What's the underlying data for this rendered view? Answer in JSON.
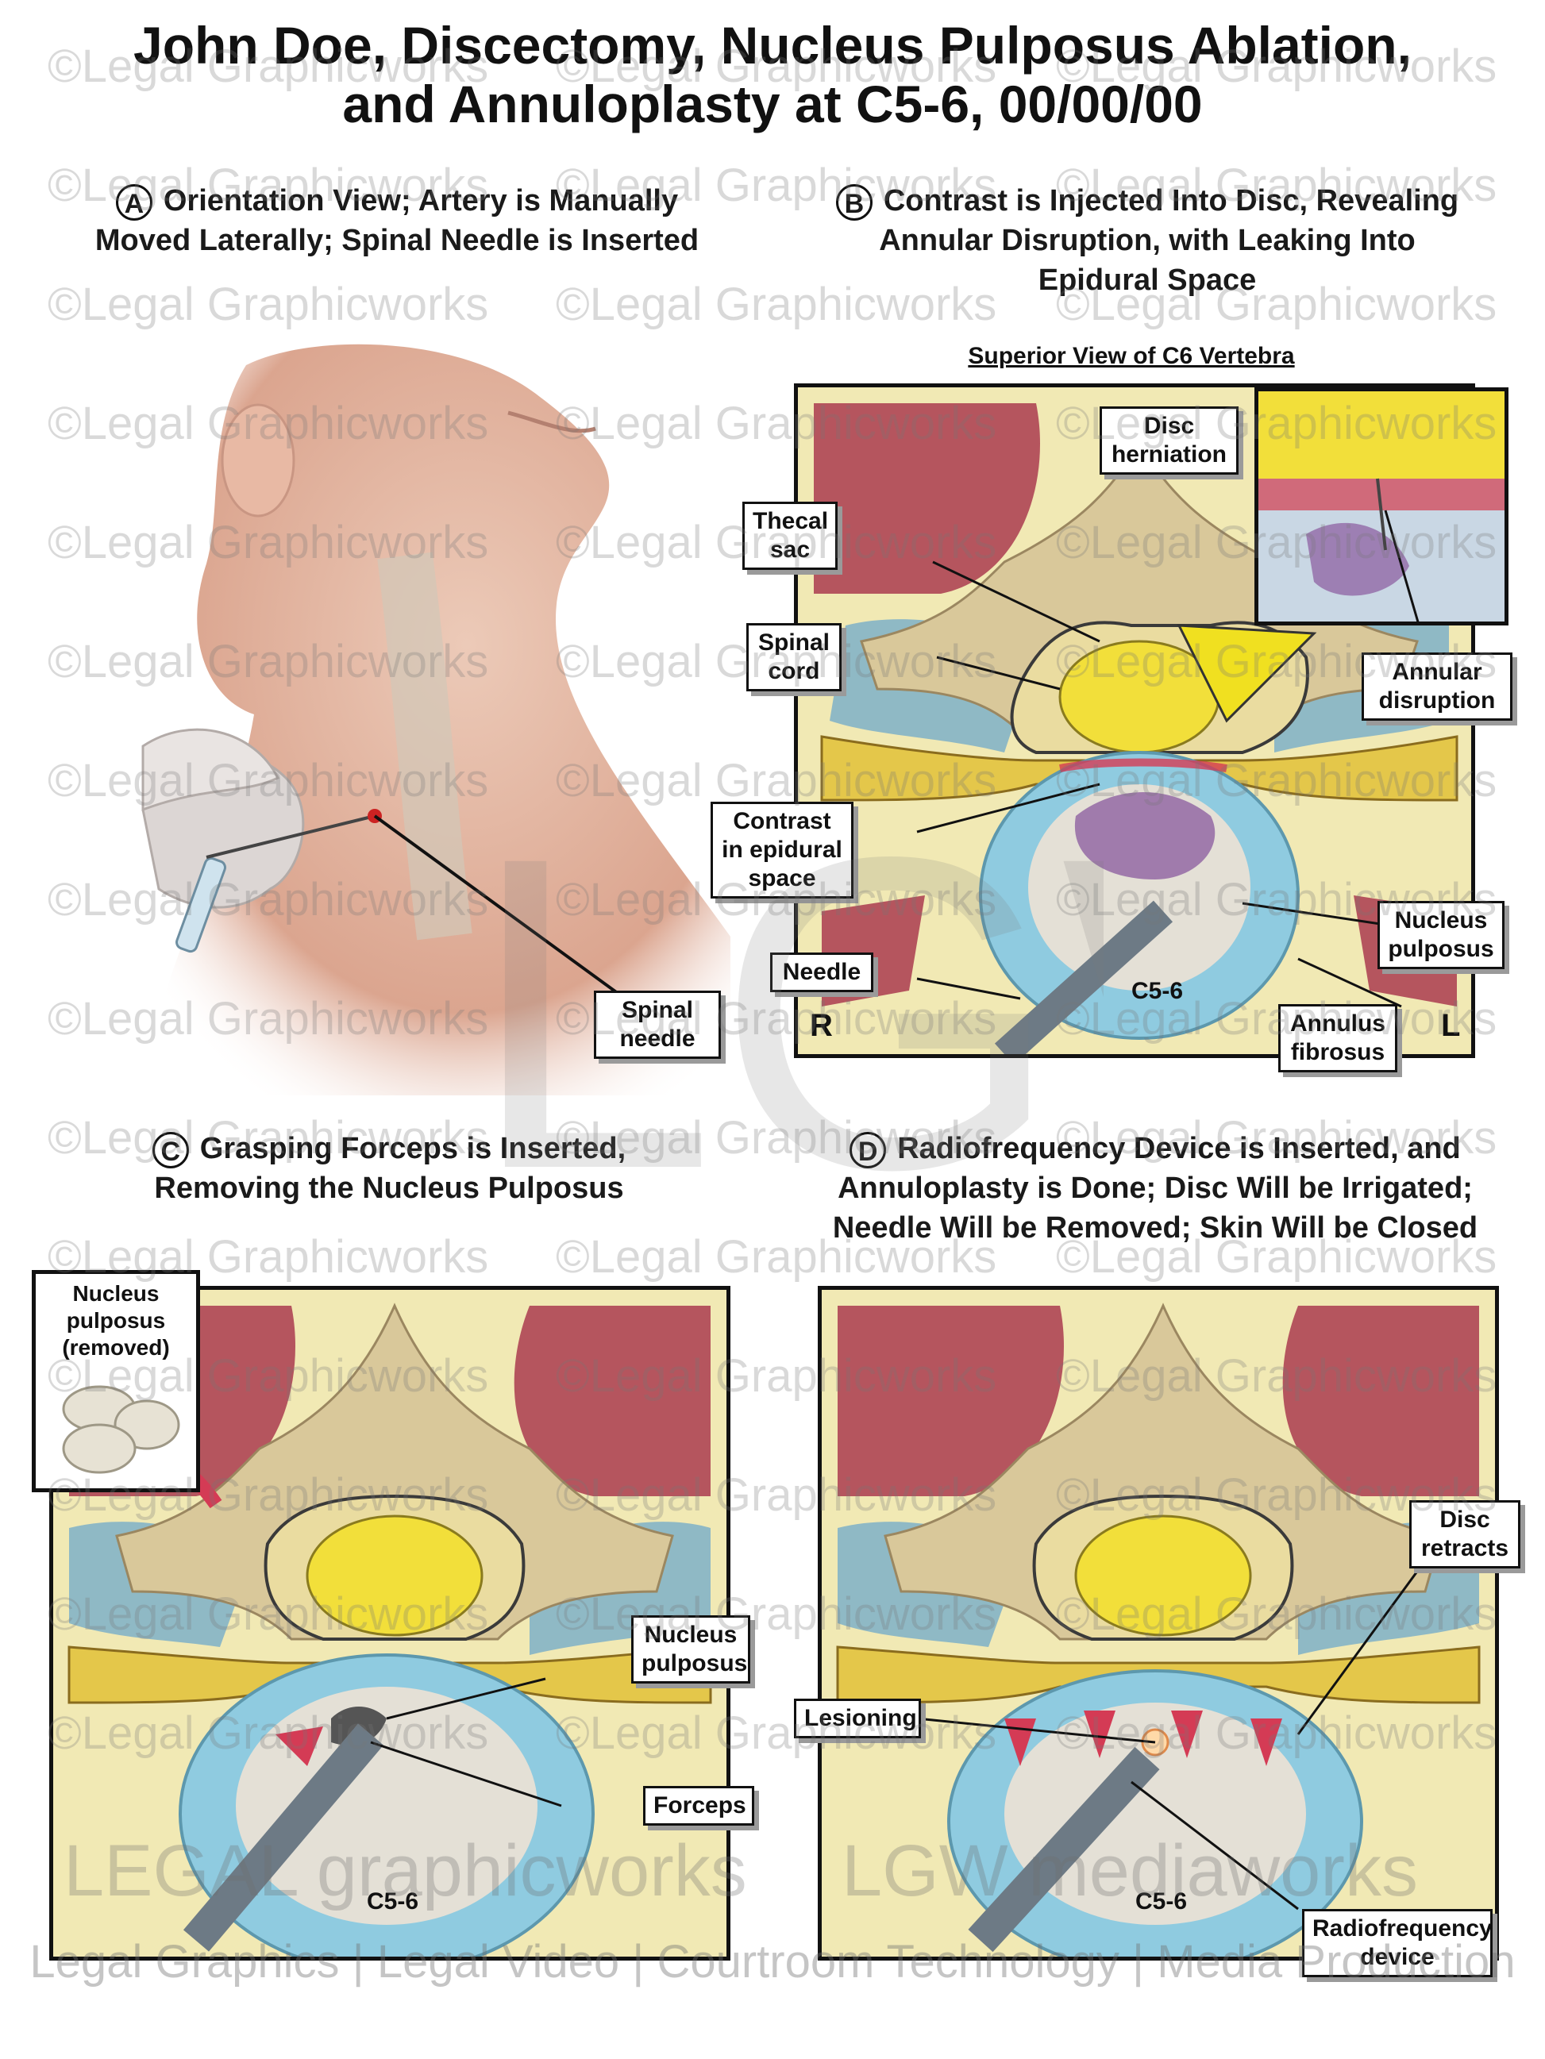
{
  "title": {
    "line1": "John Doe, Discectomy, Nucleus Pulposus Ablation,",
    "line2": "and Annuloplasty at C5-6, 00/00/00"
  },
  "panels": {
    "a": {
      "letter": "A",
      "line1": "Orientation View; Artery is Manually",
      "line2": "Moved Laterally; Spinal Needle is Inserted",
      "labels": {
        "needle_line1": "Spinal",
        "needle_line2": "needle"
      }
    },
    "b": {
      "letter": "B",
      "line1": "Contrast is Injected Into Disc, Revealing",
      "line2": "Annular Disruption, with Leaking Into",
      "line3": "Epidural Space",
      "subtitle": "Superior View of C6 Vertebra",
      "labels": {
        "thecal_1": "Thecal",
        "thecal_2": "sac",
        "cord_1": "Spinal",
        "cord_2": "cord",
        "contrast_1": "Contrast",
        "contrast_2": "in epidural",
        "contrast_3": "space",
        "needle": "Needle",
        "herniation_1": "Disc",
        "herniation_2": "herniation",
        "annular_1": "Annular",
        "annular_2": "disruption",
        "nucleus_1": "Nucleus",
        "nucleus_2": "pulposus",
        "annulus_1": "Annulus",
        "annulus_2": "fibrosus",
        "level": "C5-6",
        "right": "R",
        "left": "L"
      }
    },
    "c": {
      "letter": "C",
      "line1": "Grasping Forceps is Inserted,",
      "line2": "Removing the Nucleus Pulposus",
      "labels": {
        "removed_1": "Nucleus",
        "removed_2": "pulposus",
        "removed_3": "(removed)",
        "nucleus_1": "Nucleus",
        "nucleus_2": "pulposus",
        "forceps": "Forceps",
        "level": "C5-6"
      }
    },
    "d": {
      "letter": "D",
      "line1": "Radiofrequency Device is Inserted, and",
      "line2": "Annuloplasty is Done; Disc Will be Irrigated;",
      "line3": "Needle Will be Removed; Skin Will be Closed",
      "labels": {
        "retracts_1": "Disc",
        "retracts_2": "retracts",
        "lesioning": "Lesioning",
        "rf_1": "Radiofrequency",
        "rf_2": "device",
        "level": "C5-6"
      }
    }
  },
  "watermark": {
    "text": "©Legal Graphicworks",
    "brand_left": "LEGAL graphicworks",
    "brand_right": "LGW mediaworks",
    "footer": "Legal Graphics | Legal Video | Courtroom Technology | Media Production"
  },
  "colors": {
    "muscle": "#b5555e",
    "bone": "#d9c89a",
    "cord": "#f2df3a",
    "annulus": "#8fcbe0",
    "nucleus": "#e4e0d6",
    "contrast": "#8a5a9e",
    "fat": "#f1e9b4",
    "skin": "#e4b8a5"
  }
}
